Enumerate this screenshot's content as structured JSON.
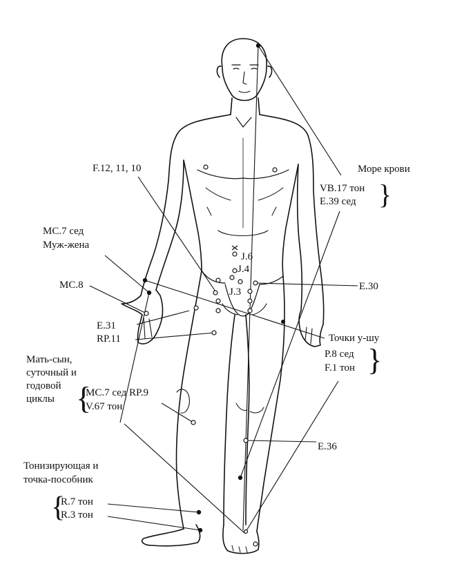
{
  "labels": {
    "more_krovi": "Море крови",
    "vb17": "VB.17 тон",
    "e39": "E.39 сед",
    "f12": "F.12, 11, 10",
    "mc7_sed": "MC.7 сед",
    "muzh_zhena": "Муж-жена",
    "mc8": "MC.8",
    "j6": "J.6",
    "j4": "J.4",
    "j3": "J.3",
    "e30": "E.30",
    "e31": "E.31",
    "rp11": "RP.11",
    "tochki_ushu": "Точки у-шу",
    "p8": "P.8 сед",
    "f1": "F.1 тон",
    "mat_syn_1": "Мать-сын,",
    "mat_syn_2": "суточный и",
    "mat_syn_3": "годовой",
    "mat_syn_4": "циклы",
    "mc7_rp9": "MC.7 сед RP.9",
    "v67": "V.67 тон",
    "e36": "E.36",
    "toniz_1": "Тонизирующая и",
    "toniz_2": "точка-пособник",
    "r7": "R.7 тон",
    "r3": "R.3 тон"
  },
  "icons": {
    "brace": "{",
    "brace_close": "}"
  }
}
